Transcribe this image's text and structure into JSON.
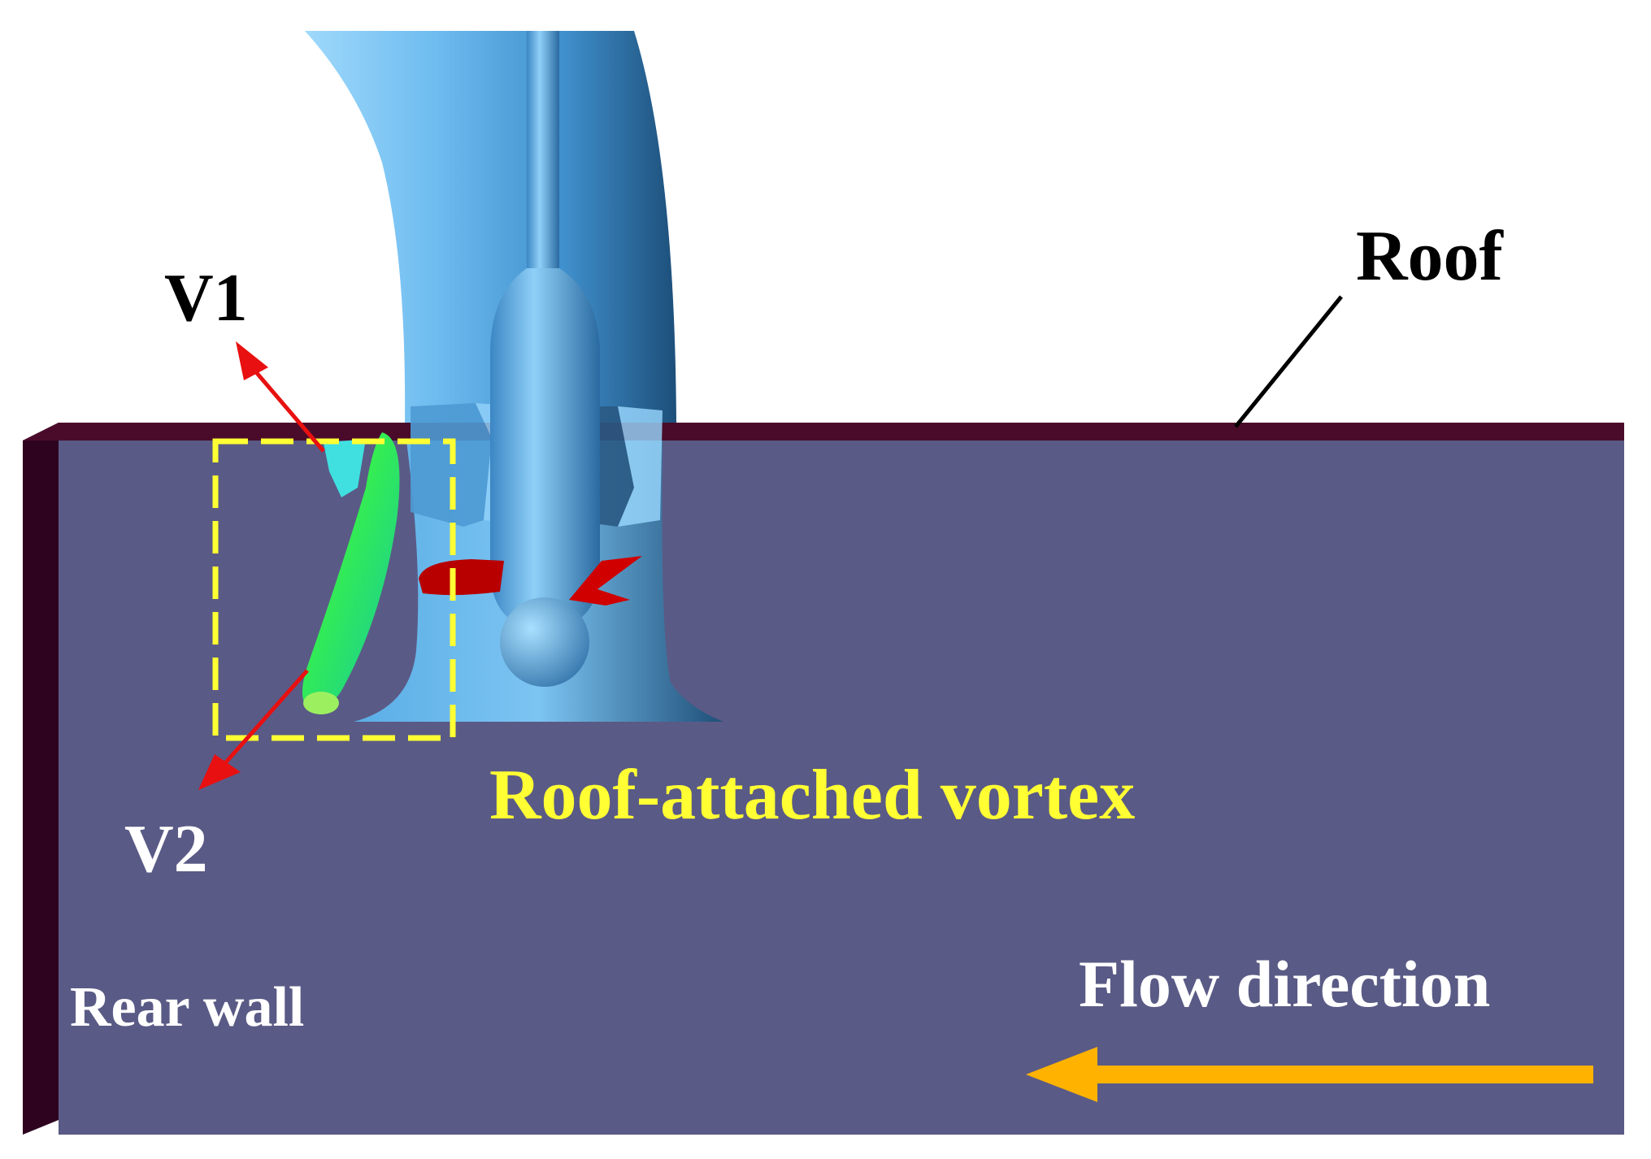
{
  "labels": {
    "roof": "Roof",
    "v1": "V1",
    "v2": "V2",
    "vortex": "Roof-attached vortex",
    "flow_direction": "Flow direction",
    "rear_wall": "Rear wall"
  },
  "colors": {
    "tank_body": "#5a5a86",
    "roof_edge": "#4a0b2a",
    "rear_wall": "#2e0320",
    "pump_light": "#7ec8f4",
    "pump_mid": "#4a9fd8",
    "pump_dark": "#1f5e8c",
    "impeller": "#cc0000",
    "vortex_green": "#2ee84a",
    "vortex_cyan": "#40e0e0",
    "highlight_box": "#ffff33",
    "arrow_red": "#e81010",
    "flow_arrow": "#ffb300"
  }
}
